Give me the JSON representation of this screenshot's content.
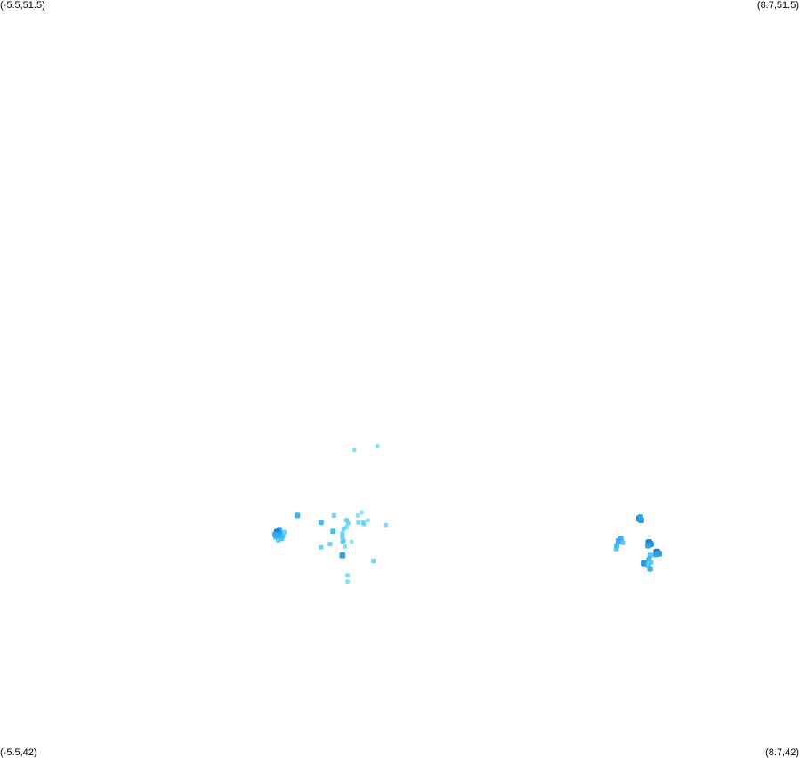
{
  "map": {
    "corner_labels": {
      "top_left": "(-5.5,51.5)",
      "top_right": "(8.7,51.5)",
      "bottom_left": "(-5.5,42)",
      "bottom_right": "(8.7,42)"
    },
    "bounds": {
      "lon_min": -5.5,
      "lon_max": 8.7,
      "lat_min": 42,
      "lat_max": 51.5
    },
    "colors": {
      "background": "#ffffff",
      "points_light": "#7fe8ff",
      "points_mid": "#2fb4f0",
      "points_dark": "#0a6fd0"
    },
    "points": [
      {
        "lon": 0.85,
        "lat": 45.04,
        "level": 0.15
      },
      {
        "lon": 0.92,
        "lat": 45.08,
        "level": 0.15
      },
      {
        "lon": 0.86,
        "lat": 44.95,
        "level": 0.2
      },
      {
        "lon": 0.58,
        "lat": 44.81,
        "level": 0.3
      },
      {
        "lon": 0.6,
        "lat": 44.87,
        "level": 0.3
      },
      {
        "lon": 0.65,
        "lat": 44.89,
        "level": 0.2
      },
      {
        "lon": 0.41,
        "lat": 44.84,
        "level": 0.5
      },
      {
        "lon": 0.58,
        "lat": 44.71,
        "level": 0.25
      },
      {
        "lon": 0.58,
        "lat": 44.77,
        "level": 0.3
      },
      {
        "lon": 0.74,
        "lat": 44.71,
        "level": 0.15
      },
      {
        "lon": 0.2,
        "lat": 44.64,
        "level": 0.3
      },
      {
        "lon": 0.36,
        "lat": 44.68,
        "level": 0.3
      },
      {
        "lon": 0.58,
        "lat": 44.54,
        "level": 0.7
      },
      {
        "lon": 1.13,
        "lat": 44.47,
        "level": 0.3
      },
      {
        "lon": 0.67,
        "lat": 44.21,
        "level": 0.15
      },
      {
        "lon": 0.67,
        "lat": 44.29,
        "level": 0.2
      },
      {
        "lon": -0.54,
        "lat": 44.86,
        "level": 0.6
      },
      {
        "lon": -0.58,
        "lat": 44.83,
        "level": 0.9
      },
      {
        "lon": -0.55,
        "lat": 44.79,
        "level": 0.8
      },
      {
        "lon": -0.52,
        "lat": 44.81,
        "level": 0.6
      },
      {
        "lon": -0.48,
        "lat": 44.78,
        "level": 0.4
      },
      {
        "lon": -0.6,
        "lat": 44.77,
        "level": 0.5
      },
      {
        "lon": -0.45,
        "lat": 44.83,
        "level": 0.3
      },
      {
        "lon": -0.5,
        "lat": 44.75,
        "level": 0.45
      },
      {
        "lon": -0.56,
        "lat": 44.73,
        "level": 0.35
      },
      {
        "lon": -0.62,
        "lat": 44.8,
        "level": 0.55
      },
      {
        "lon": 0.79,
        "lat": 45.86,
        "level": 0.15
      },
      {
        "lon": 1.2,
        "lat": 45.91,
        "level": 0.15
      },
      {
        "lon": 1.35,
        "lat": 44.92,
        "level": 0.2
      },
      {
        "lon": 0.95,
        "lat": 44.95,
        "level": 0.25
      },
      {
        "lon": 0.43,
        "lat": 45.04,
        "level": 0.3
      },
      {
        "lon": 0.65,
        "lat": 44.98,
        "level": 0.3
      },
      {
        "lon": 0.68,
        "lat": 44.94,
        "level": 0.25
      },
      {
        "lon": -0.22,
        "lat": 45.04,
        "level": 0.55
      },
      {
        "lon": 0.2,
        "lat": 44.95,
        "level": 0.5
      },
      {
        "lon": 1.03,
        "lat": 44.98,
        "level": 0.15
      },
      {
        "lon": 0.96,
        "lat": 44.93,
        "level": 0.2
      },
      {
        "lon": 0.6,
        "lat": 44.72,
        "level": 0.3
      },
      {
        "lon": 0.62,
        "lat": 44.65,
        "level": 0.2
      },
      {
        "lon": 5.85,
        "lat": 45.0,
        "level": 0.85
      },
      {
        "lon": 5.88,
        "lat": 44.98,
        "level": 0.7
      },
      {
        "lon": 5.87,
        "lat": 45.02,
        "level": 0.6
      },
      {
        "lon": 5.52,
        "lat": 44.75,
        "level": 0.55
      },
      {
        "lon": 5.48,
        "lat": 44.72,
        "level": 0.6
      },
      {
        "lon": 5.55,
        "lat": 44.7,
        "level": 0.4
      },
      {
        "lon": 5.45,
        "lat": 44.66,
        "level": 0.5
      },
      {
        "lon": 5.44,
        "lat": 44.62,
        "level": 0.4
      },
      {
        "lon": 6.02,
        "lat": 44.7,
        "level": 0.9
      },
      {
        "lon": 6.05,
        "lat": 44.68,
        "level": 0.8
      },
      {
        "lon": 6.0,
        "lat": 44.66,
        "level": 0.6
      },
      {
        "lon": 6.16,
        "lat": 44.58,
        "level": 0.9
      },
      {
        "lon": 6.2,
        "lat": 44.56,
        "level": 0.7
      },
      {
        "lon": 6.14,
        "lat": 44.55,
        "level": 0.6
      },
      {
        "lon": 6.04,
        "lat": 44.54,
        "level": 0.45
      },
      {
        "lon": 6.02,
        "lat": 44.49,
        "level": 0.5
      },
      {
        "lon": 6.06,
        "lat": 44.45,
        "level": 0.35
      },
      {
        "lon": 5.93,
        "lat": 44.44,
        "level": 0.75
      },
      {
        "lon": 6.0,
        "lat": 44.42,
        "level": 0.4
      },
      {
        "lon": 6.04,
        "lat": 44.37,
        "level": 0.6
      }
    ]
  }
}
